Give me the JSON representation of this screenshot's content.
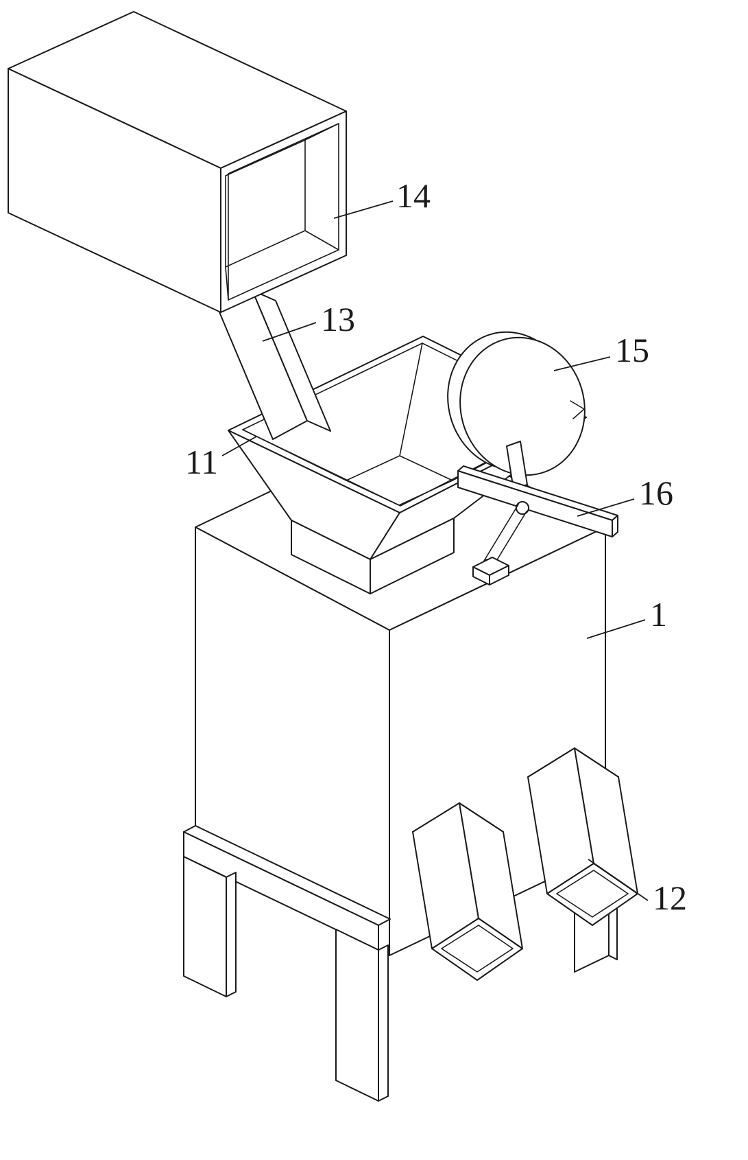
{
  "figure": {
    "background": "#ffffff",
    "line_color": "#1a1a1a",
    "labels": [
      {
        "id": "14",
        "text": "14"
      },
      {
        "id": "13",
        "text": "13"
      },
      {
        "id": "11",
        "text": "11"
      },
      {
        "id": "15",
        "text": "15"
      },
      {
        "id": "16",
        "text": "16"
      },
      {
        "id": "1",
        "text": "1"
      },
      {
        "id": "12",
        "text": "12"
      }
    ]
  }
}
